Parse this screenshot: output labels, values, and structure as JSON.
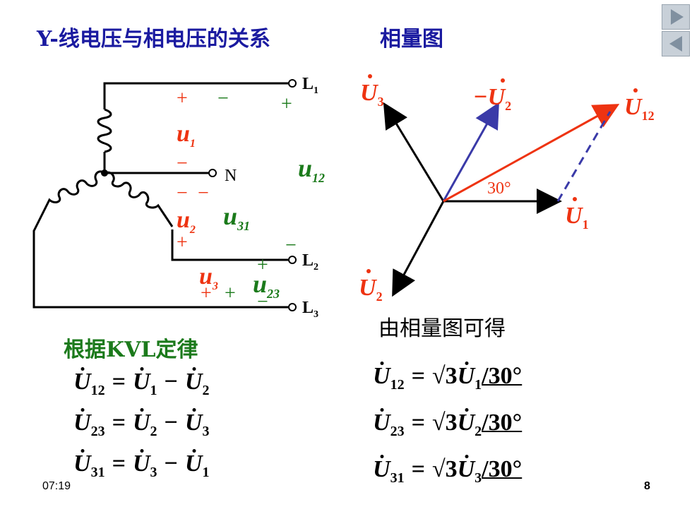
{
  "title": "Y-线电压与相电压的关系",
  "phasor_title": "相量图",
  "kvl_title": "根据KVL定律",
  "result_title": "由相量图可得",
  "footer": {
    "time": "07:19",
    "page": "8"
  },
  "circuit": {
    "terminals": {
      "L1": "L",
      "L1_sub": "1",
      "L2": "L",
      "L2_sub": "2",
      "L3": "L",
      "L3_sub": "3",
      "N": "N"
    },
    "voltages": {
      "u1": "u",
      "u1_sub": "1",
      "u2": "u",
      "u2_sub": "2",
      "u3": "u",
      "u3_sub": "3",
      "u12": "u",
      "u12_sub": "12",
      "u31": "u",
      "u31_sub": "31",
      "u23": "u",
      "u23_sub": "23"
    },
    "signs": {
      "plus": "+",
      "minus": "−"
    }
  },
  "phasor": {
    "U1": "U",
    "U1_sub": "1",
    "U2": "U",
    "U2_sub": "2",
    "U3": "U",
    "U3_sub": "3",
    "neg_U2": "−U",
    "neg_U2_sub": "2",
    "U12": "U",
    "U12_sub": "12",
    "angle": "30°"
  },
  "kvl_equations": [
    {
      "lhs": "U",
      "lhs_sub": "12",
      "a": "U",
      "a_sub": "1",
      "op": "−",
      "b": "U",
      "b_sub": "2"
    },
    {
      "lhs": "U",
      "lhs_sub": "23",
      "a": "U",
      "a_sub": "2",
      "op": "−",
      "b": "U",
      "b_sub": "3"
    },
    {
      "lhs": "U",
      "lhs_sub": "31",
      "a": "U",
      "a_sub": "3",
      "op": "−",
      "b": "U",
      "b_sub": "1"
    }
  ],
  "result_equations": [
    {
      "lhs": "U",
      "lhs_sub": "12",
      "sqrt": "√3",
      "rhs": "U",
      "rhs_sub": "1",
      "angle": "/30°"
    },
    {
      "lhs": "U",
      "lhs_sub": "23",
      "sqrt": "√3",
      "rhs": "U",
      "rhs_sub": "2",
      "angle": "/30°"
    },
    {
      "lhs": "U",
      "lhs_sub": "31",
      "sqrt": "√3",
      "rhs": "U",
      "rhs_sub": "3",
      "angle": "/30°"
    }
  ],
  "colors": {
    "title": "#1a1aa0",
    "phase": "#ee3311",
    "line": "#1b7a1b",
    "neg_u2_arrow": "#3a3aa8",
    "u12_arrow": "#ee3311"
  }
}
